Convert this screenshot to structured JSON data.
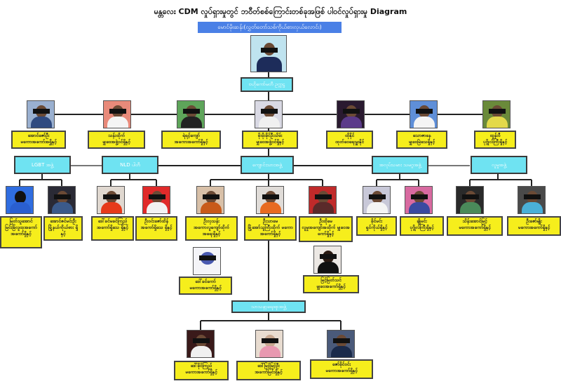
{
  "title": "မန္တလေး CDM လှုပ်ရှားမှုတွင် ဘဝီတ်စစ်ကြောင်းတစ်ခုအဖြစ် ပါဝင်လှုပ်ရှားမှု Diagram",
  "banner": "မောင်မိုးဆန်း(လွှတ်တော်သစ်ကိုယ်စားလှယ်လောင်း)",
  "leader": {
    "role": "ဗဟိုကော်မတီ ဥက္ကဋ္ဌ"
  },
  "row1": [
    {
      "name": "အောင်ဇော်ဦး",
      "role": "မကောအကော်အရွှိနှင့်"
    },
    {
      "name": "သန်းထိုက်",
      "role": "မျှဝေအဖွဲ့ဝင်ရှိနှင့်"
    },
    {
      "name": "ရဲရင့်ကျော်",
      "role": "အကောအကော်ရှိနှင့်"
    },
    {
      "name": "မိုးမိုးခိုင်ဦးသိမ်း",
      "role": "မျှဝေအဖွဲ့ဝင်ရှိနှင့်"
    },
    {
      "name": "ထိုနိုင်",
      "role": "ထုတ်ဝေရေးမှူးနိုင်"
    },
    {
      "name": "သောဇာနေ",
      "role": "မျှဝေမြဲသေရှိနှင့်"
    },
    {
      "name": "ထွန်းဝီ",
      "role": "ပုဂ္ဂိုလ်ကြီးရှိနှင့်"
    }
  ],
  "groups": [
    "LGBT အဖွဲ့",
    "NLD ပါတီ",
    "ကျောင်းသားအဖွဲ့",
    "အလုပ်သမား သမဂ္ဂအဖွဲ့",
    "လူမှုအဖွဲ့",
    "သာသနာ့ရေးရာအဖွဲ့"
  ],
  "row3": [
    {
      "name": "မြတ်သူအောင်",
      "role": "မြင်းခြံလူထုအကော် အကော်ရှိနှင့်"
    },
    {
      "name": "အောင်ဇင်မင်းဦး",
      "role": "မြို့နယ်ကိုယ်စား ရှိနှင့်"
    },
    {
      "name": "ဒေါ်ခင်မခင်ကြည်",
      "role": "အကော်ရှိသေ ရှိနှင့်"
    },
    {
      "name": "ဦးဝင်းဇော်ထိန်",
      "role": "အကော်ရှိသေ ရှိနှင့်"
    },
    {
      "name": "ဦးလှသန်း",
      "role": "အကောလူကျော်ထိုက် အရေးရှိနှင့်"
    },
    {
      "name": "ဦးသာမေ",
      "role": "မြို့အော်သူကြီးထိုက် မကောအကော်ရှိနှင့်"
    },
    {
      "name": "ဦးထိုမေ",
      "role": "လူမှုအကျော်အထိုက် မျှဝေအကော်ရှိနှင့်"
    },
    {
      "name": "ခိုင်မင်း",
      "role": "ရှင်ကိုယ်ရှိနှင့်"
    },
    {
      "name": "ချိုမင်း",
      "role": "ပုဂ္ဂိုလ်ကြီးရှိနှင့်"
    },
    {
      "name": "သိန်းအောင်မြင့်",
      "role": "မကောအကော်ရှိနှင့်"
    },
    {
      "name": "ဦးဇော်မျိုး",
      "role": "မကောအကော်ရှိနှင့်"
    }
  ],
  "extra": [
    {
      "name": "ဒေါ်ခင်ကော်",
      "role": "မကောအကော်ရှိနှင့်"
    },
    {
      "name": "မြင့်မြတ်သင်",
      "role": "မျှဝေအကော်ရှိနှင့်"
    }
  ],
  "bottom": [
    {
      "name": "ဒေါ်ခိုင်ကြည်",
      "role": "မကောအကော်ရှိနှင့်"
    },
    {
      "name": "ဒေါ်မြင့်မြင့်ဦး",
      "role": "အကော်မြင်းရှိနှင့်"
    },
    {
      "name": "ဇော်ခိုင်ဝင်း",
      "role": "မကောအကော်ရှိနှင့်"
    }
  ]
}
